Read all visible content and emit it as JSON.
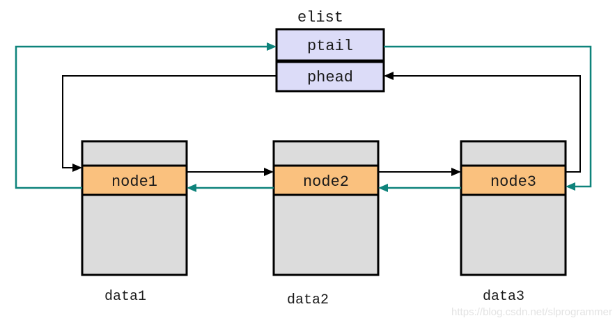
{
  "diagram": {
    "elist": {
      "title": "elist",
      "fields": [
        {
          "label": "ptail"
        },
        {
          "label": "phead"
        }
      ]
    },
    "nodes": [
      {
        "label": "node1",
        "data_label": "data1"
      },
      {
        "label": "node2",
        "data_label": "data2"
      },
      {
        "label": "node3",
        "data_label": "data3"
      }
    ],
    "edges": [
      {
        "from": "phead",
        "to": "node1",
        "color": "black"
      },
      {
        "from": "node1",
        "to": "node2",
        "color": "black"
      },
      {
        "from": "node2",
        "to": "node3",
        "color": "black"
      },
      {
        "from": "node3",
        "to": "phead",
        "color": "black"
      },
      {
        "from": "ptail",
        "to": "node3",
        "color": "teal"
      },
      {
        "from": "node3",
        "to": "node2",
        "color": "teal"
      },
      {
        "from": "node2",
        "to": "node1",
        "color": "teal"
      },
      {
        "from": "node1",
        "to": "ptail",
        "color": "teal"
      }
    ],
    "colors": {
      "teal": "#0e837b",
      "black": "#000000",
      "node_band": "#fac17e",
      "node_body": "#dcdcdc",
      "elist_fill": "#dcdcf8",
      "watermark": "#e3e3e3"
    }
  },
  "watermark": "https://blog.csdn.net/slprogrammer"
}
